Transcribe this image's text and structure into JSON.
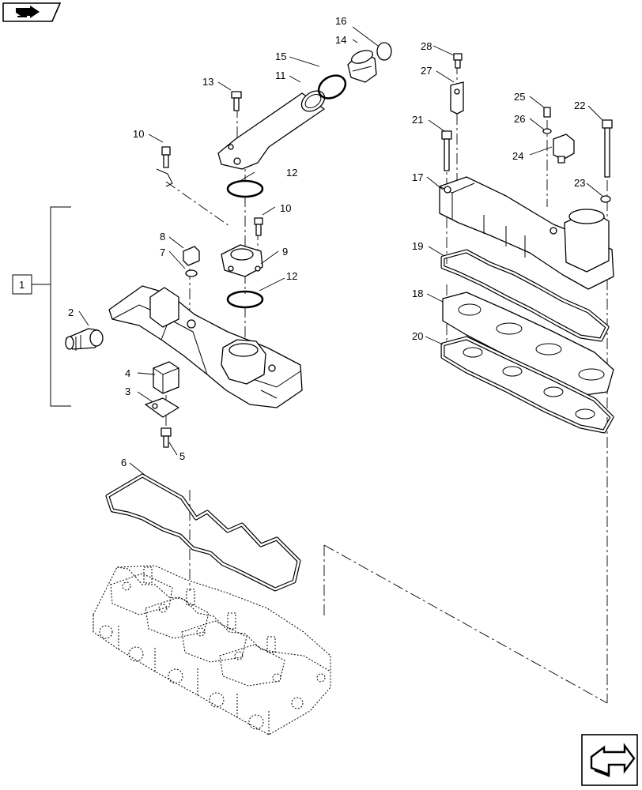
{
  "callouts": {
    "c1": "1",
    "c2": "2",
    "c3": "3",
    "c4": "4",
    "c5": "5",
    "c6": "6",
    "c7": "7",
    "c8": "8",
    "c9": "9",
    "c10a": "10",
    "c10b": "10",
    "c11": "11",
    "c12a": "12",
    "c12b": "12",
    "c13": "13",
    "c14": "14",
    "c15": "15",
    "c16": "16",
    "c17": "17",
    "c18": "18",
    "c19": "19",
    "c20": "20",
    "c21": "21",
    "c22": "22",
    "c23": "23",
    "c24": "24",
    "c25": "25",
    "c26": "26",
    "c27": "27",
    "c28": "28"
  },
  "icons": {
    "top_left": "book-arrow-icon",
    "bottom_right": "next-page-arrow-icon"
  }
}
